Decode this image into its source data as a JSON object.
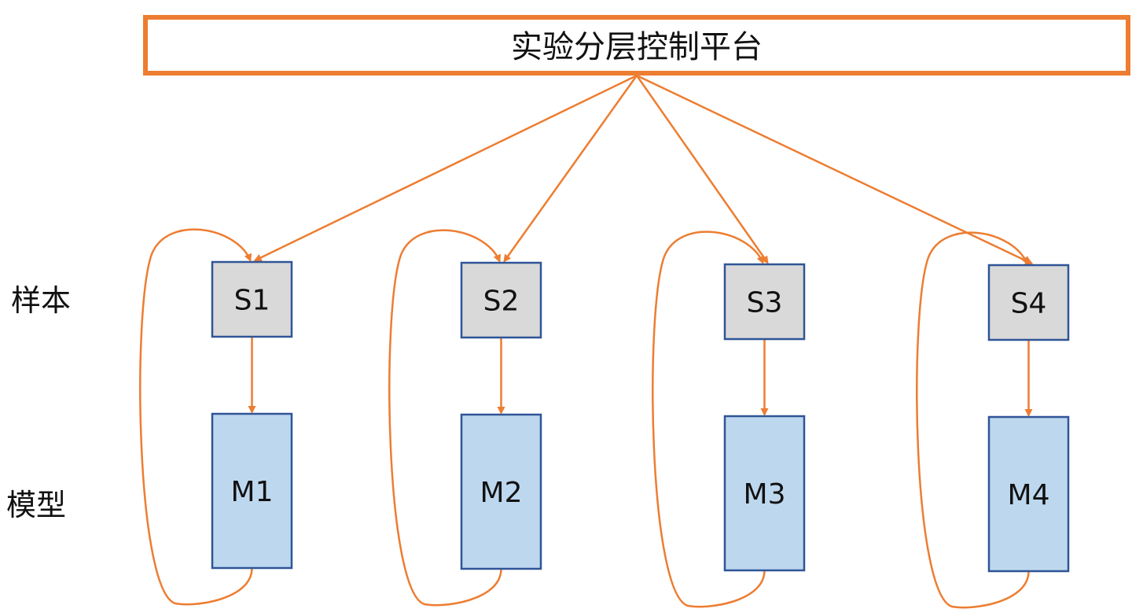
{
  "diagram": {
    "title": "实验分层控制平台",
    "row_labels": {
      "sample": "样本",
      "model": "模型"
    },
    "columns": [
      {
        "sample": "S1",
        "model": "M1"
      },
      {
        "sample": "S2",
        "model": "M2"
      },
      {
        "sample": "S3",
        "model": "M3"
      },
      {
        "sample": "S4",
        "model": "M4"
      }
    ],
    "edges": [
      {
        "from": "实验分层控制平台",
        "to": "S1"
      },
      {
        "from": "实验分层控制平台",
        "to": "S2"
      },
      {
        "from": "实验分层控制平台",
        "to": "S3"
      },
      {
        "from": "实验分层控制平台",
        "to": "S4"
      },
      {
        "from": "S1",
        "to": "M1"
      },
      {
        "from": "S2",
        "to": "M2"
      },
      {
        "from": "S3",
        "to": "M3"
      },
      {
        "from": "S4",
        "to": "M4"
      },
      {
        "from": "M1",
        "to": "S1",
        "type": "feedback-loop"
      },
      {
        "from": "M2",
        "to": "S2",
        "type": "feedback-loop"
      },
      {
        "from": "M3",
        "to": "S3",
        "type": "feedback-loop"
      },
      {
        "from": "M4",
        "to": "S4",
        "type": "feedback-loop"
      }
    ],
    "colors": {
      "accent": "#ED7D31",
      "sample_fill": "#D9D9D9",
      "model_fill": "#BDD7EE",
      "node_border": "#2F5597",
      "text": "#111111"
    }
  }
}
